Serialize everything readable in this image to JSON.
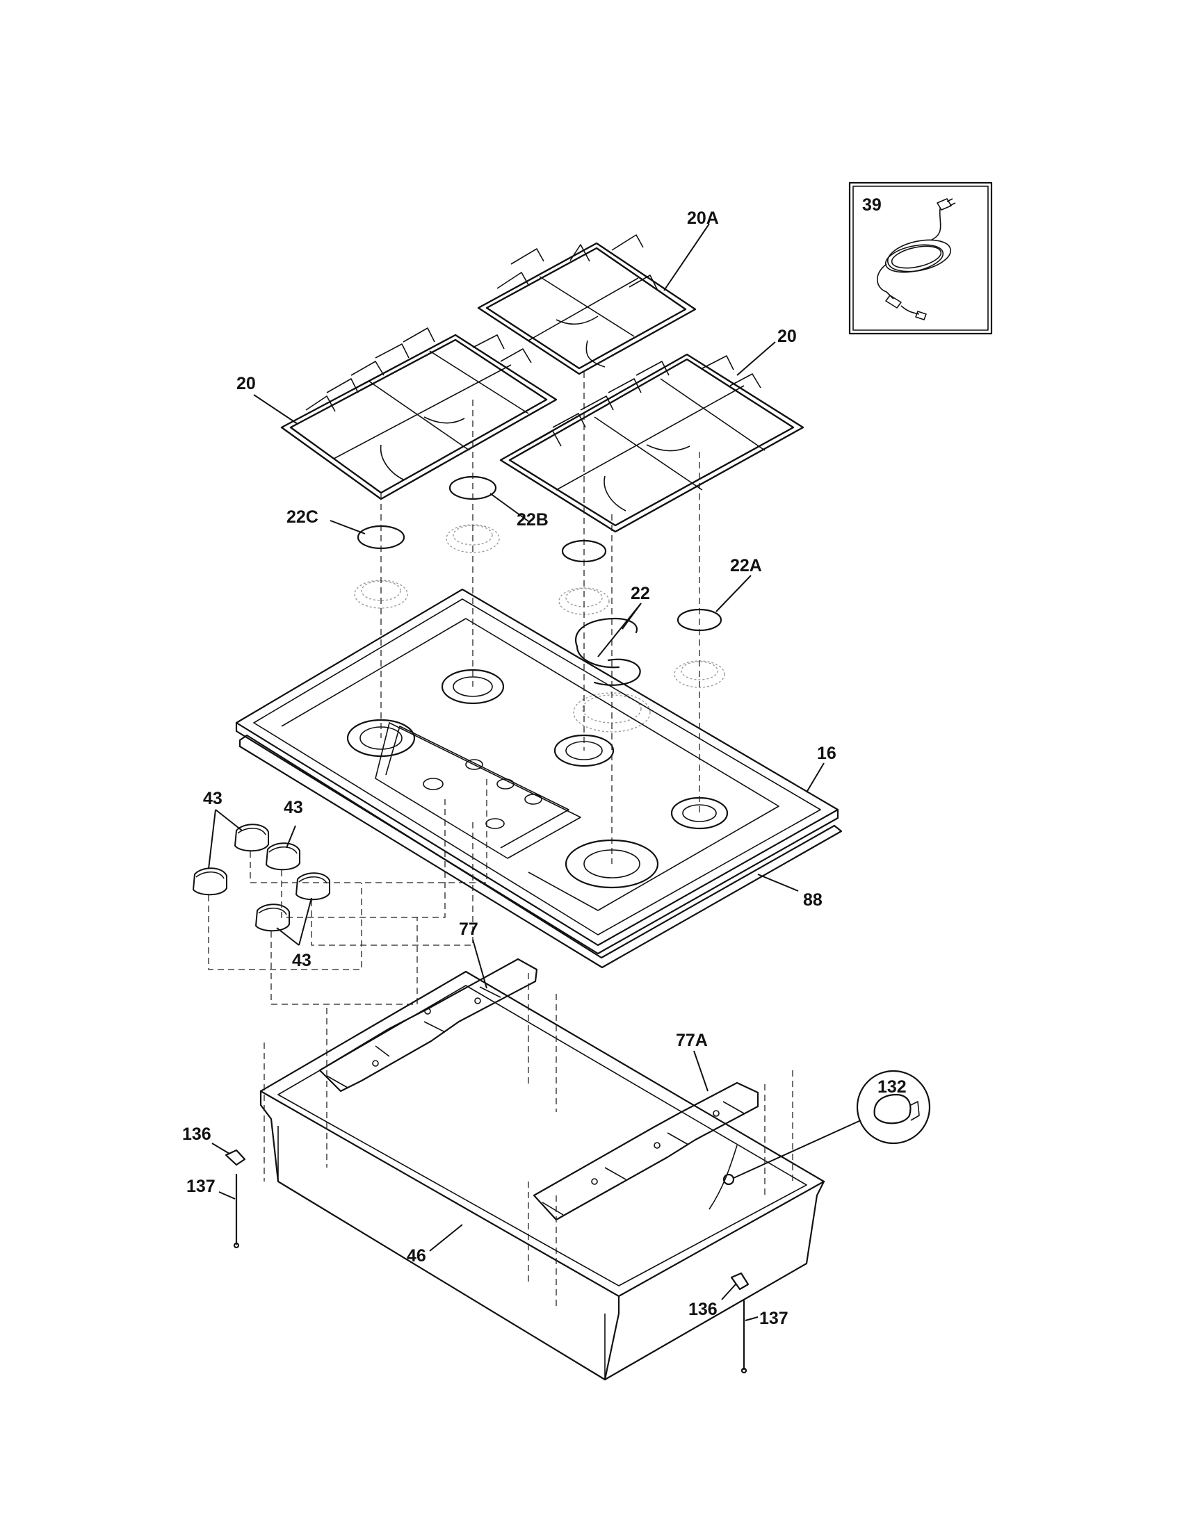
{
  "part_labels": {
    "p39": "39",
    "p20A": "20A",
    "p20_right": "20",
    "p20_left": "20",
    "p22C": "22C",
    "p22B": "22B",
    "p22A": "22A",
    "p22": "22",
    "p16": "16",
    "p88": "88",
    "p43_a": "43",
    "p43_b": "43",
    "p43_c": "43",
    "p77": "77",
    "p77A": "77A",
    "p132": "132",
    "p136_left": "136",
    "p137_left": "137",
    "p136_right": "136",
    "p137_right": "137",
    "p46": "46"
  },
  "icons": {
    "power_cord": "power-cord-icon",
    "sensor": "sensor-icon"
  }
}
